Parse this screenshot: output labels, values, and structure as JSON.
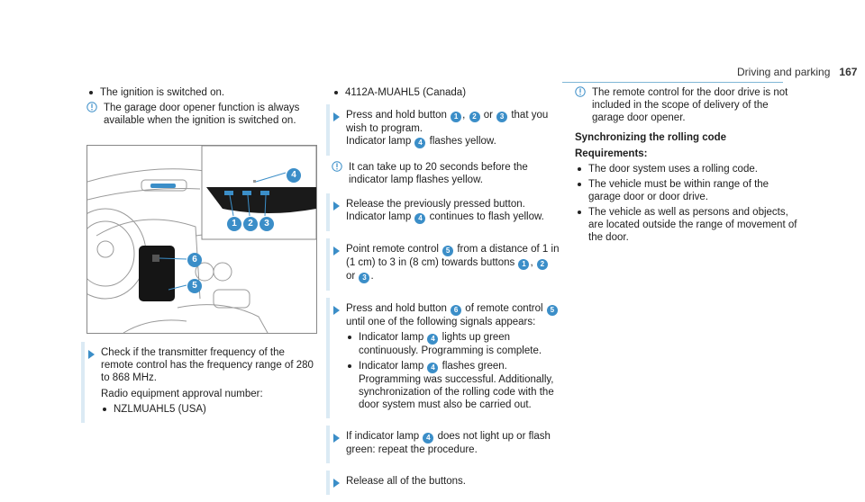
{
  "header": {
    "section": "Driving and parking",
    "page": "167"
  },
  "col1": {
    "bullet1": "The ignition is switched on.",
    "note1": "The garage door opener function is always available when the ignition is switched on.",
    "figure_callouts": [
      "1",
      "2",
      "3",
      "4",
      "5",
      "6"
    ],
    "step1_text": "Check if the transmitter frequency of the remote control has the frequency range of 280 to 868 MHz.",
    "step1_para": "Radio equipment approval number:",
    "step1_bullet": "NZLMUAHL5 (USA)"
  },
  "col2": {
    "bullet_top": "4112A-MUAHL5 (Canada)",
    "s1_a": "Press and hold button",
    "s1_n1": "1",
    "s1_comma": ",",
    "s1_n2": "2",
    "s1_or": "or",
    "s1_n3": "3",
    "s1_b": "that you wish to program.",
    "s1_c": "Indicator lamp",
    "s1_n4": "4",
    "s1_d": "flashes yellow.",
    "note": "It can take up to 20 seconds before the indicator lamp flashes yellow.",
    "s2_a": "Release the previously pressed button.",
    "s2_b": "Indicator lamp",
    "s2_n": "4",
    "s2_c": "continues to flash yellow.",
    "s3_a": "Point remote control",
    "s3_n": "5",
    "s3_b": "from a distance of 1 in (1 cm) to 3 in (8 cm) towards buttons",
    "s3_n1": "1",
    "s3_c": ",",
    "s3_n2": "2",
    "s3_or": "or",
    "s3_n3": "3",
    "s3_d": ".",
    "s4_a": "Press and hold button",
    "s4_n6": "6",
    "s4_b": "of remote control",
    "s4_n5": "5",
    "s4_c": "until one of the following signals appears:",
    "s4_sub1_a": "Indicator lamp",
    "s4_sub1_n": "4",
    "s4_sub1_b": "lights up green continuously. Programming is complete.",
    "s4_sub2_a": "Indicator lamp",
    "s4_sub2_n": "4",
    "s4_sub2_b": "flashes green. Programming was successful. Additionally, synchronization of the rolling code with the door system must also be carried out.",
    "s5_a": "If indicator lamp",
    "s5_n": "4",
    "s5_b": "does not light up or flash green: repeat the procedure.",
    "s6": "Release all of the buttons."
  },
  "col3": {
    "note": "The remote control for the door drive is not included in the scope of delivery of the garage door opener.",
    "heading": "Synchronizing the rolling code",
    "req_heading": "Requirements:",
    "req": [
      "The door system uses a rolling code.",
      "The vehicle must be within range of the garage door or door drive.",
      "The vehicle as well as persons and objects, are located outside the range of movement of the door."
    ]
  },
  "colors": {
    "accent": "#3b8ec8",
    "step_bar": "#dbeaf4",
    "rule": "#7fb7d6"
  },
  "icons": [
    "note-icon",
    "step-arrow-icon"
  ]
}
